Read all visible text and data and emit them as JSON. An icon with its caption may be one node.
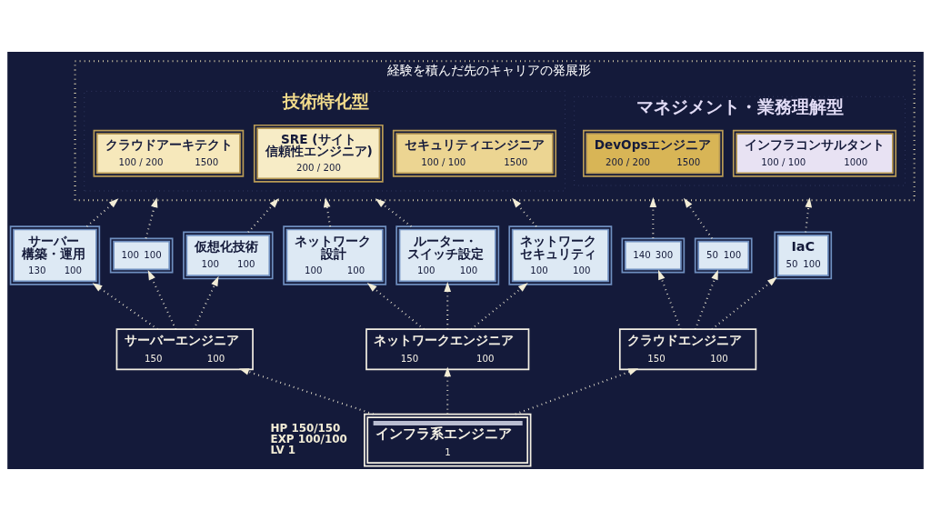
{
  "diagram": {
    "nodes": [
      {
        "text": [
          "経験を積んだ先のキャリアの発展形"
        ]
      },
      {
        "text": [
          "技術特化型"
        ],
        "in": 0
      },
      {
        "text": [
          "クラウドアーキテクト",
          "100 / 200",
          "1500"
        ],
        "in": 1
      },
      {
        "text": [
          "SRE (サイト信頼性エンジニア)",
          "200 / 200"
        ],
        "in": 1
      },
      {
        "text": [
          "セキュリティエンジニア",
          "100 / 100",
          "1500"
        ],
        "in": 1
      },
      {
        "text": [
          "マネジメント・業務理解型"
        ],
        "in": 0
      },
      {
        "text": [
          "DevOpsエンジニア",
          "200 / 200",
          "1500"
        ],
        "in": 5
      },
      {
        "text": [
          "インフラコンサルタント",
          "100 / 100",
          "1000"
        ],
        "in": 5
      },
      {
        "text": [
          "サーバー構築・運用",
          "130",
          "100"
        ]
      },
      {
        "text": [
          "100",
          "100"
        ]
      },
      {
        "text": [
          "仮想化技術",
          "100",
          "100"
        ]
      },
      {
        "text": [
          "ネットワーク設計",
          "100",
          "100"
        ]
      },
      {
        "text": [
          "ルーター・スイッチ設定",
          "100",
          "100"
        ]
      },
      {
        "text": [
          "ネットワークセキュリティ",
          "100",
          "100"
        ]
      },
      {
        "text": [
          "140",
          "300"
        ]
      },
      {
        "text": [
          "50",
          "100"
        ]
      },
      {
        "text": [
          "IaC",
          "50",
          "100"
        ]
      },
      {
        "text": [
          "サーバーエンジニア",
          "150",
          "100"
        ]
      },
      {
        "text": [
          "ネットワークエンジニア",
          "150",
          "100"
        ]
      },
      {
        "text": [
          "クラウドエンジニア",
          "150",
          "100"
        ]
      },
      {
        "text": [
          "インフラ系エンジニア",
          "1"
        ],
        "beside": [
          "HP 150/150",
          "EXP 100/100",
          "LV 1"
        ]
      }
    ],
    "edges": [
      {
        "from": 20,
        "to": 17,
        "arrow": "to",
        "style": "dashed"
      },
      {
        "from": 20,
        "to": 18,
        "arrow": "to",
        "style": "dashed"
      },
      {
        "from": 20,
        "to": 19,
        "arrow": "to",
        "style": "dashed"
      },
      {
        "from": 17,
        "to": 8,
        "arrow": "to",
        "style": "dashed"
      },
      {
        "from": 17,
        "to": 9,
        "arrow": "to",
        "style": "dashed"
      },
      {
        "from": 17,
        "to": 10,
        "arrow": "to",
        "style": "dashed"
      },
      {
        "from": 18,
        "to": 11,
        "arrow": "to",
        "style": "dashed"
      },
      {
        "from": 18,
        "to": 12,
        "arrow": "to",
        "style": "dashed"
      },
      {
        "from": 18,
        "to": 13,
        "arrow": "to",
        "style": "dashed"
      },
      {
        "from": 19,
        "to": 14,
        "arrow": "to",
        "style": "dashed"
      },
      {
        "from": 19,
        "to": 15,
        "arrow": "to",
        "style": "dashed"
      },
      {
        "from": 19,
        "to": 16,
        "arrow": "to",
        "style": "dashed"
      },
      {
        "from": 8,
        "to": 0,
        "arrow": "to",
        "style": "dashed"
      },
      {
        "from": 9,
        "to": 0,
        "arrow": "to",
        "style": "dashed"
      },
      {
        "from": 10,
        "to": 0,
        "arrow": "to",
        "style": "dashed"
      },
      {
        "from": 11,
        "to": 0,
        "arrow": "to",
        "style": "dashed"
      },
      {
        "from": 12,
        "to": 0,
        "arrow": "to",
        "style": "dashed"
      },
      {
        "from": 13,
        "to": 0,
        "arrow": "to",
        "style": "dashed"
      },
      {
        "from": 14,
        "to": 0,
        "arrow": "to",
        "style": "dashed"
      },
      {
        "from": 15,
        "to": 0,
        "arrow": "to",
        "style": "dashed"
      },
      {
        "from": 16,
        "to": 0,
        "arrow": "to",
        "style": "dashed"
      }
    ]
  }
}
